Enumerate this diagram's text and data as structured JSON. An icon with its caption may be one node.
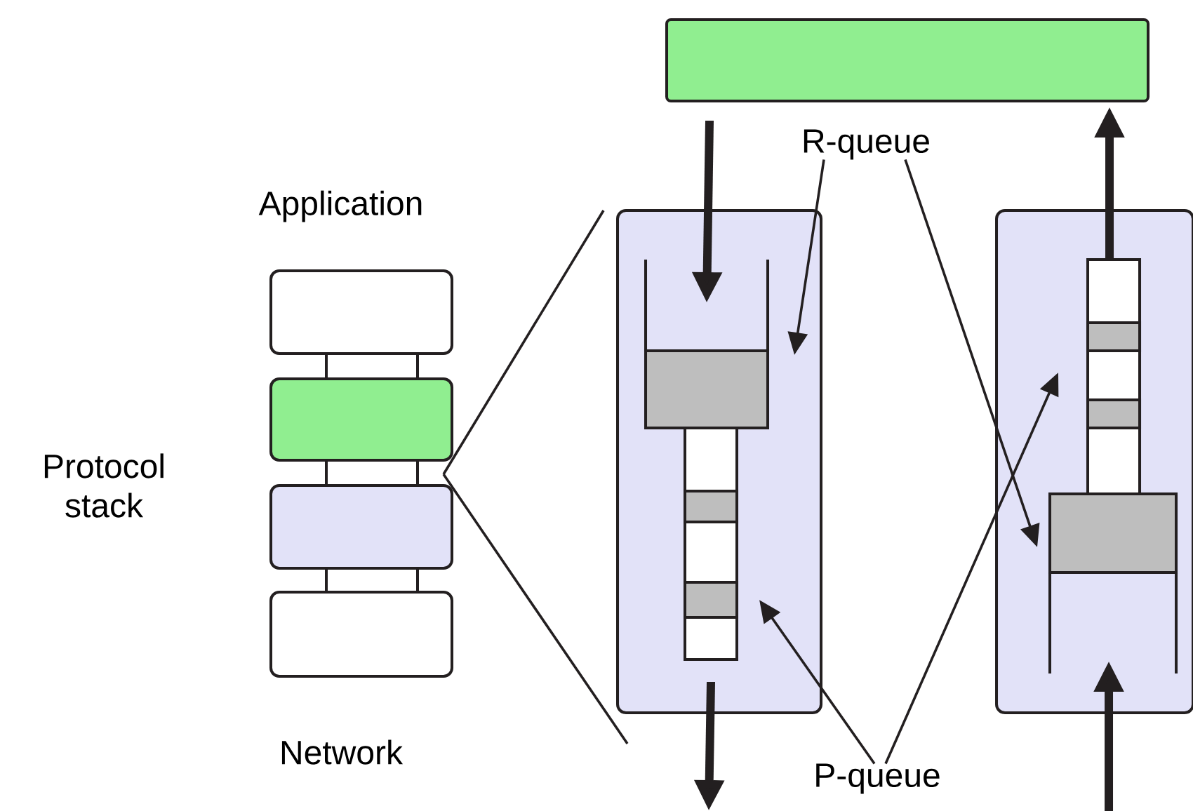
{
  "diagram": {
    "nodes": [
      {
        "text": [],
        "shape": "bar"
      },
      {
        "text": [],
        "shape": "box"
      },
      {
        "text": [],
        "shape": "box"
      },
      {
        "text": [],
        "shape": "box"
      },
      {
        "text": [],
        "shape": "box"
      },
      {
        "text": [],
        "shape": "box"
      },
      {
        "text": [],
        "shape": "box",
        "in": 5
      },
      {
        "text": [],
        "shape": "box",
        "in": 5
      },
      {
        "text": [],
        "shape": "box"
      },
      {
        "text": [],
        "shape": "box",
        "in": 8
      },
      {
        "text": [],
        "shape": "box",
        "in": 8
      },
      {
        "text": [
          "R-queue"
        ]
      },
      {
        "text": [
          "P-queue"
        ]
      }
    ],
    "edges": [
      {
        "from": 0,
        "to": 6,
        "arrow": "to",
        "style": "thick"
      },
      {
        "from": 7,
        "to": null,
        "arrow": "to",
        "style": "thick"
      },
      {
        "from": null,
        "to": 10,
        "arrow": "to",
        "style": "thick"
      },
      {
        "from": 9,
        "to": 0,
        "arrow": "to",
        "style": "thick"
      },
      {
        "from": 11,
        "to": 6,
        "arrow": "to"
      },
      {
        "from": 11,
        "to": 10,
        "arrow": "to"
      },
      {
        "from": 12,
        "to": 7,
        "arrow": "to"
      },
      {
        "from": 12,
        "to": 9,
        "arrow": "to"
      },
      {
        "from": 1,
        "to": 2,
        "arrow": "none"
      },
      {
        "from": 2,
        "to": 3,
        "arrow": "none"
      },
      {
        "from": 3,
        "to": 4,
        "arrow": "none"
      }
    ],
    "labels": [
      "Application",
      "Protocol stack",
      "Network"
    ]
  }
}
